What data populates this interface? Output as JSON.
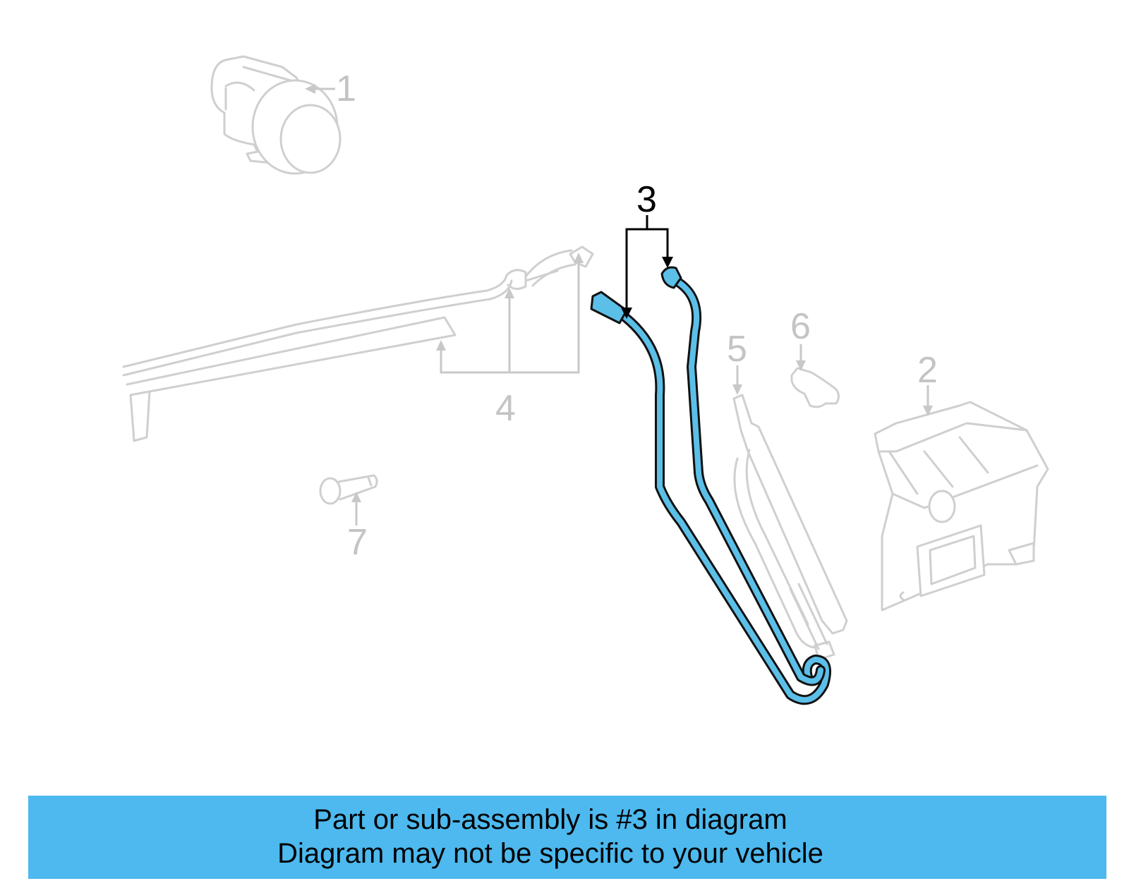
{
  "callouts": {
    "c1": "1",
    "c2": "2",
    "c3": "3",
    "c4": "4",
    "c5": "5",
    "c6": "6",
    "c7": "7"
  },
  "highlighted_part": "3",
  "colors": {
    "highlight": "#5bbfe8",
    "ghost": "#cfcfcf",
    "banner": "#4db9ef"
  },
  "banner": {
    "line1": "Part or sub-assembly is #3 in diagram",
    "line2": "Diagram may not be specific to your vehicle"
  }
}
